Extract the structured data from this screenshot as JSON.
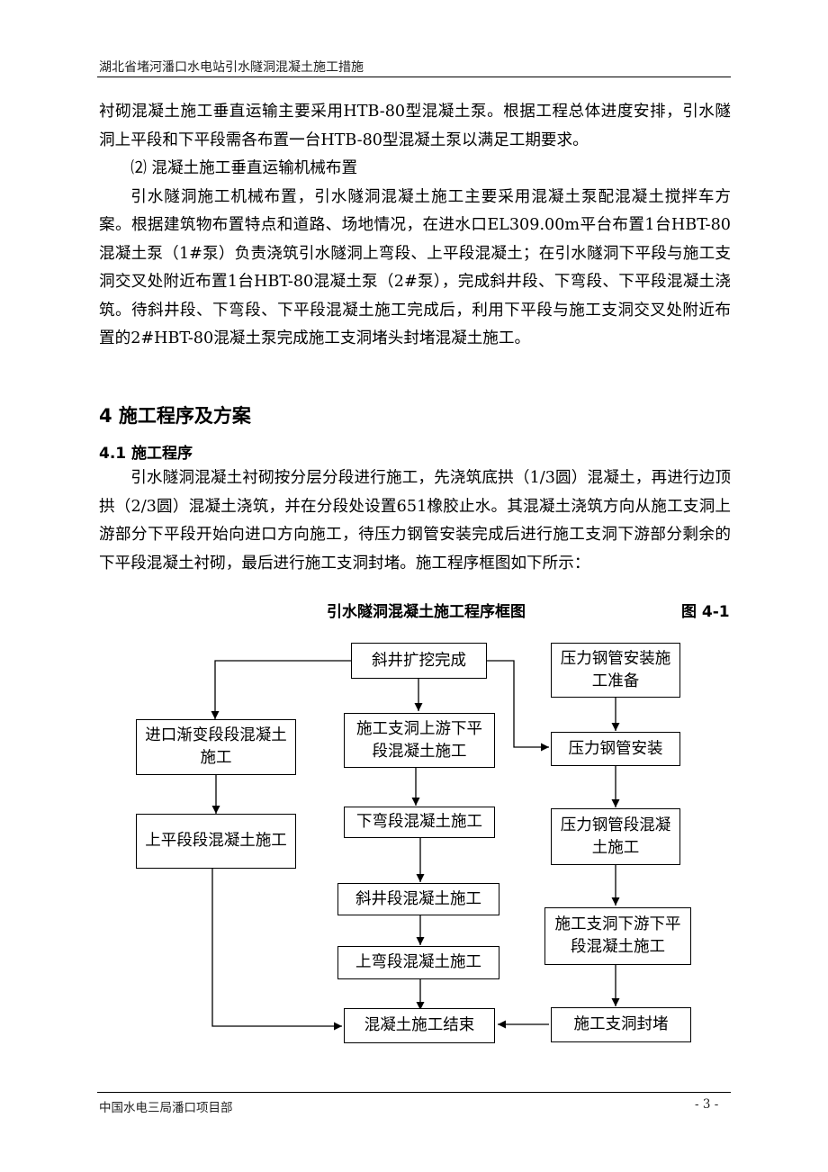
{
  "header": {
    "title": "湖北省堵河潘口水电站引水隧洞混凝土施工措施"
  },
  "body": {
    "p1": "衬砌混凝土施工垂直运输主要采用HTB-80型混凝土泵。根据工程总体进度安排，引水隧洞上平段和下平段需各布置一台HTB-80型混凝土泵以满足工期要求。",
    "item2": "⑵  混凝土施工垂直运输机械布置",
    "p2": "引水隧洞施工机械布置，引水隧洞混凝土施工主要采用混凝土泵配混凝土搅拌车方案。根据建筑物布置特点和道路、场地情况，在进水口EL309.00m平台布置1台HBT-80混凝土泵（1#泵）负责浇筑引水隧洞上弯段、上平段混凝土；在引水隧洞下平段与施工支洞交叉处附近布置1台HBT-80混凝土泵（2#泵），完成斜井段、下弯段、下平段混凝土浇筑。待斜井段、下弯段、下平段混凝土施工完成后，利用下平段与施工支洞交叉处附近布置的2#HBT-80混凝土泵完成施工支洞堵头封堵混凝土施工。",
    "h1": "4 施工程序及方案",
    "h2": "4.1 施工程序",
    "p3": "引水隧洞混凝土衬砌按分层分段进行施工，先浇筑底拱（1/3圆）混凝土，再进行边顶拱（2/3圆）混凝土浇筑，并在分段处设置651橡胶止水。其混凝土浇筑方向从施工支洞上游部分下平段开始向进口方向施工，待压力钢管安装完成后进行施工支洞下游部分剩余的下平段混凝土衬砌，最后进行施工支洞封堵。施工程序框图如下所示："
  },
  "figure": {
    "title": "引水隧洞混凝土施工程序框图",
    "number": "图 4-1",
    "nodes": {
      "start": "斜井扩挖完成",
      "left1": "进口渐变段段混凝土施工",
      "left2": "上平段段混凝土施工",
      "mid1": "施工支洞上游下平段混凝土施工",
      "mid2": "下弯段混凝土施工",
      "mid3": "斜井段混凝土施工",
      "mid4": "上弯段混凝土施工",
      "end": "混凝土施工结束",
      "right0": "压力钢管安装施工准备",
      "right1": "压力钢管安装",
      "right2": "压力钢管段混凝土施工",
      "right3": "施工支洞下游下平段混凝土施工",
      "right4": "施工支洞封堵"
    }
  },
  "footer": {
    "left": "中国水电三局潘口项目部",
    "right": "- 3 -"
  }
}
